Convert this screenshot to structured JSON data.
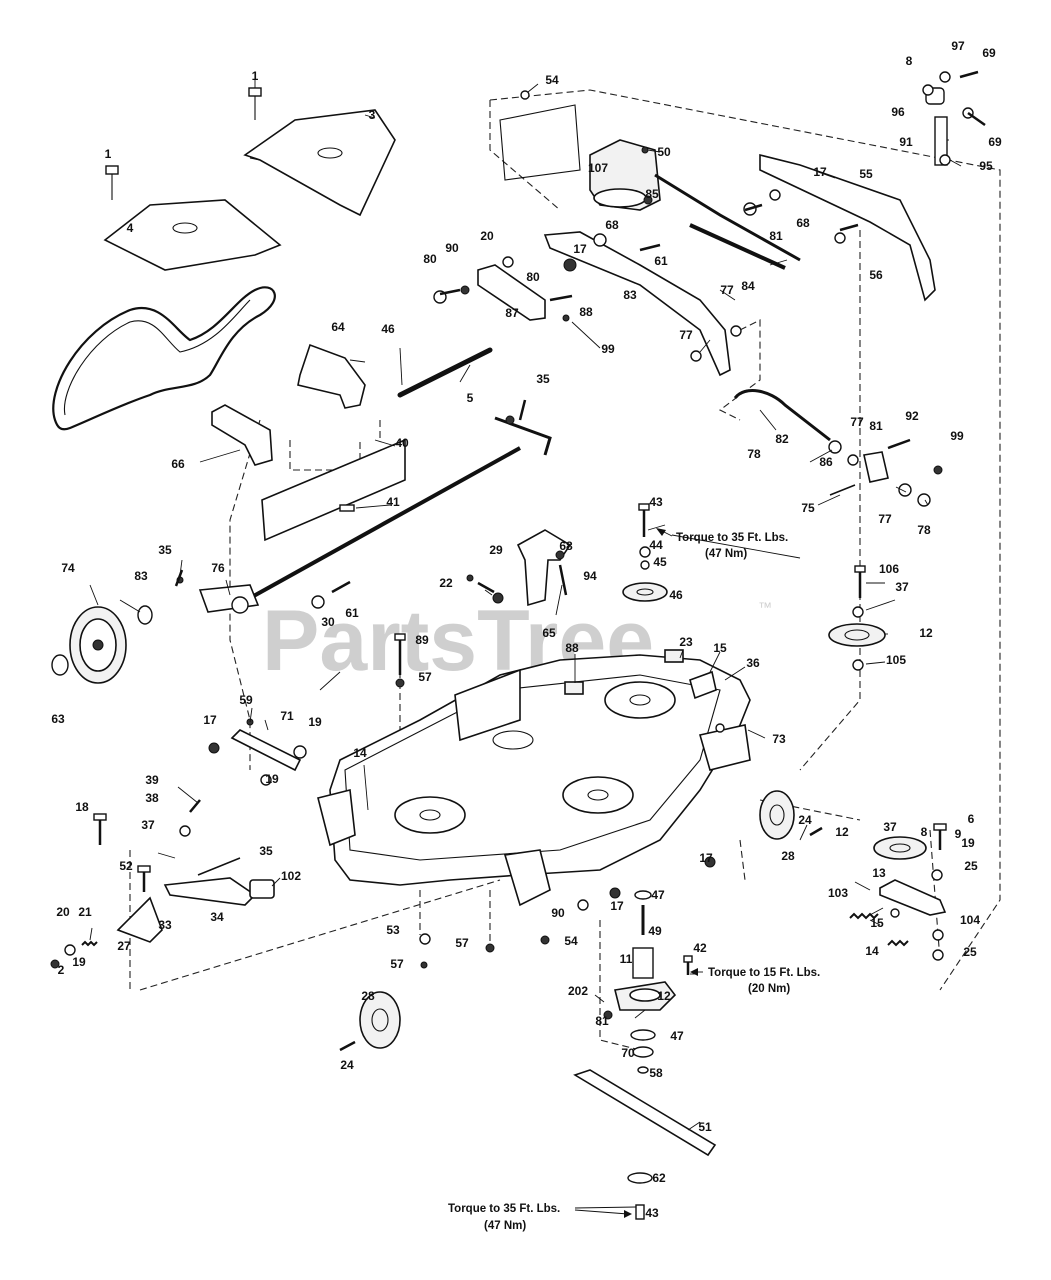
{
  "watermark": {
    "text": "PartsTree",
    "trademark": "™"
  },
  "callouts": [
    {
      "t": "1"
    },
    {
      "t": "3"
    },
    {
      "t": "1"
    },
    {
      "t": "4"
    },
    {
      "t": "54"
    },
    {
      "t": "50"
    },
    {
      "t": "107"
    },
    {
      "t": "85"
    },
    {
      "t": "8"
    },
    {
      "t": "97"
    },
    {
      "t": "69"
    },
    {
      "t": "96"
    },
    {
      "t": "69"
    },
    {
      "t": "91"
    },
    {
      "t": "95"
    },
    {
      "t": "17"
    },
    {
      "t": "55"
    },
    {
      "t": "68"
    },
    {
      "t": "81"
    },
    {
      "t": "56"
    },
    {
      "t": "20"
    },
    {
      "t": "80"
    },
    {
      "t": "90"
    },
    {
      "t": "80"
    },
    {
      "t": "68"
    },
    {
      "t": "17"
    },
    {
      "t": "61"
    },
    {
      "t": "83"
    },
    {
      "t": "84"
    },
    {
      "t": "77"
    },
    {
      "t": "87"
    },
    {
      "t": "88"
    },
    {
      "t": "99"
    },
    {
      "t": "77"
    },
    {
      "t": "64"
    },
    {
      "t": "46"
    },
    {
      "t": "5"
    },
    {
      "t": "35"
    },
    {
      "t": "40"
    },
    {
      "t": "41"
    },
    {
      "t": "66"
    },
    {
      "t": "82"
    },
    {
      "t": "78"
    },
    {
      "t": "86"
    },
    {
      "t": "77"
    },
    {
      "t": "81"
    },
    {
      "t": "92"
    },
    {
      "t": "99"
    },
    {
      "t": "75"
    },
    {
      "t": "77"
    },
    {
      "t": "78"
    },
    {
      "t": "43"
    },
    {
      "t": "44"
    },
    {
      "t": "45"
    },
    {
      "t": "46"
    },
    {
      "t": "68"
    },
    {
      "t": "29"
    },
    {
      "t": "22"
    },
    {
      "t": "94"
    },
    {
      "t": "65"
    },
    {
      "t": "35"
    },
    {
      "t": "76"
    },
    {
      "t": "74"
    },
    {
      "t": "83"
    },
    {
      "t": "30"
    },
    {
      "t": "61"
    },
    {
      "t": "63"
    },
    {
      "t": "89"
    },
    {
      "t": "57"
    },
    {
      "t": "106"
    },
    {
      "t": "37"
    },
    {
      "t": "12"
    },
    {
      "t": "105"
    },
    {
      "t": "88"
    },
    {
      "t": "23"
    },
    {
      "t": "15"
    },
    {
      "t": "36"
    },
    {
      "t": "59"
    },
    {
      "t": "17"
    },
    {
      "t": "71"
    },
    {
      "t": "19"
    },
    {
      "t": "73"
    },
    {
      "t": "14"
    },
    {
      "t": "39"
    },
    {
      "t": "38"
    },
    {
      "t": "19"
    },
    {
      "t": "37"
    },
    {
      "t": "18"
    },
    {
      "t": "35"
    },
    {
      "t": "52"
    },
    {
      "t": "102"
    },
    {
      "t": "24"
    },
    {
      "t": "28"
    },
    {
      "t": "17"
    },
    {
      "t": "8"
    },
    {
      "t": "37"
    },
    {
      "t": "9"
    },
    {
      "t": "6"
    },
    {
      "t": "12"
    },
    {
      "t": "19"
    },
    {
      "t": "25"
    },
    {
      "t": "13"
    },
    {
      "t": "103"
    },
    {
      "t": "15"
    },
    {
      "t": "104"
    },
    {
      "t": "14"
    },
    {
      "t": "25"
    },
    {
      "t": "20"
    },
    {
      "t": "21"
    },
    {
      "t": "33"
    },
    {
      "t": "34"
    },
    {
      "t": "27"
    },
    {
      "t": "2"
    },
    {
      "t": "19"
    },
    {
      "t": "53"
    },
    {
      "t": "57"
    },
    {
      "t": "57"
    },
    {
      "t": "90"
    },
    {
      "t": "17"
    },
    {
      "t": "54"
    },
    {
      "t": "47"
    },
    {
      "t": "49"
    },
    {
      "t": "11"
    },
    {
      "t": "42"
    },
    {
      "t": "202"
    },
    {
      "t": "12"
    },
    {
      "t": "81"
    },
    {
      "t": "47"
    },
    {
      "t": "70"
    },
    {
      "t": "58"
    },
    {
      "t": "28"
    },
    {
      "t": "24"
    },
    {
      "t": "51"
    },
    {
      "t": "62"
    },
    {
      "t": "43"
    }
  ],
  "torque_notes": [
    {
      "line1": "Torque to 35 Ft. Lbs.",
      "line2": "(47 Nm)"
    },
    {
      "line1": "Torque to 15 Ft. Lbs.",
      "line2": "(20 Nm)"
    },
    {
      "line1": "Torque to 35 Ft. Lbs.",
      "line2": "(47 Nm)"
    }
  ]
}
